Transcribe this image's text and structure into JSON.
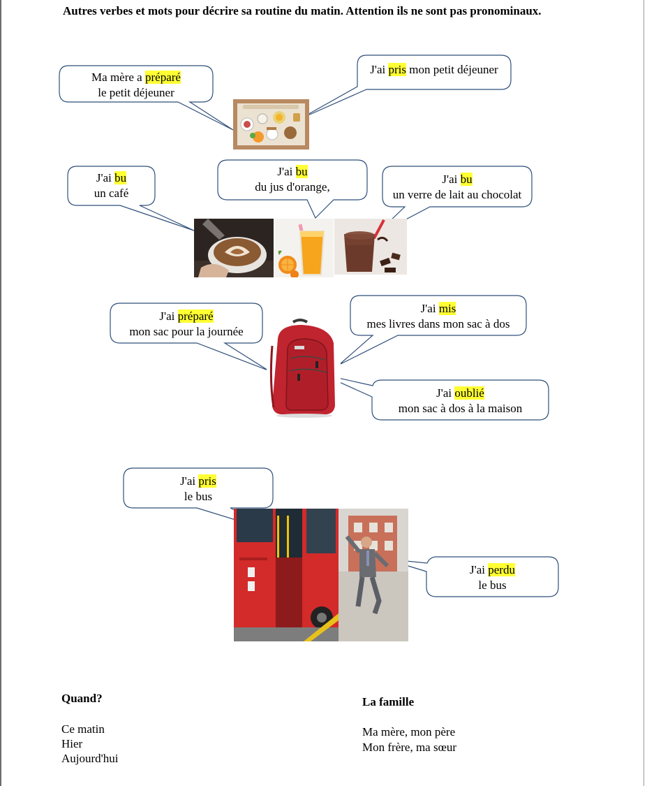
{
  "title": "Autres verbes et mots pour décrire sa routine du matin. Attention ils ne sont pas pronominaux.",
  "bubbles": [
    {
      "l1_pre": "Ma mère a ",
      "l1_hl": "préparé",
      "l1_post": "",
      "l2": "le petit déjeuner"
    },
    {
      "l1_pre": "J'ai ",
      "l1_hl": "pris",
      "l1_post": " mon petit déjeuner",
      "l2": ""
    },
    {
      "l1_pre": "J'ai ",
      "l1_hl": "bu",
      "l1_post": "",
      "l2": "un café"
    },
    {
      "l1_pre": "J'ai ",
      "l1_hl": "bu",
      "l1_post": "",
      "l2": "du jus d'orange,"
    },
    {
      "l1_pre": "J'ai ",
      "l1_hl": "bu",
      "l1_post": "",
      "l2": "un verre de lait au chocolat"
    },
    {
      "l1_pre": "J'ai ",
      "l1_hl": "préparé",
      "l1_post": "",
      "l2": "mon sac pour la journée"
    },
    {
      "l1_pre": "J'ai ",
      "l1_hl": "mis",
      "l1_post": "",
      "l2": "mes livres dans mon sac à dos"
    },
    {
      "l1_pre": "J'ai ",
      "l1_hl": "oublié",
      "l1_post": "",
      "l2": "mon sac à dos à la maison"
    },
    {
      "l1_pre": "J'ai ",
      "l1_hl": "pris",
      "l1_post": "",
      "l2": "le bus"
    },
    {
      "l1_pre": "J'ai ",
      "l1_hl": "perdu",
      "l1_post": "",
      "l2": "le bus"
    }
  ],
  "quand": {
    "heading": "Quand?",
    "items": [
      "Ce matin",
      "Hier",
      "Aujourd'hui"
    ]
  },
  "famille": {
    "heading": "La famille",
    "items": [
      "Ma mère, mon père",
      "Mon frère, ma sœur"
    ]
  },
  "colors": {
    "highlight": "#ffff33",
    "bubble_border": "#2f4f7a",
    "backpack": "#c0242f",
    "bus": "#d32a2a"
  }
}
